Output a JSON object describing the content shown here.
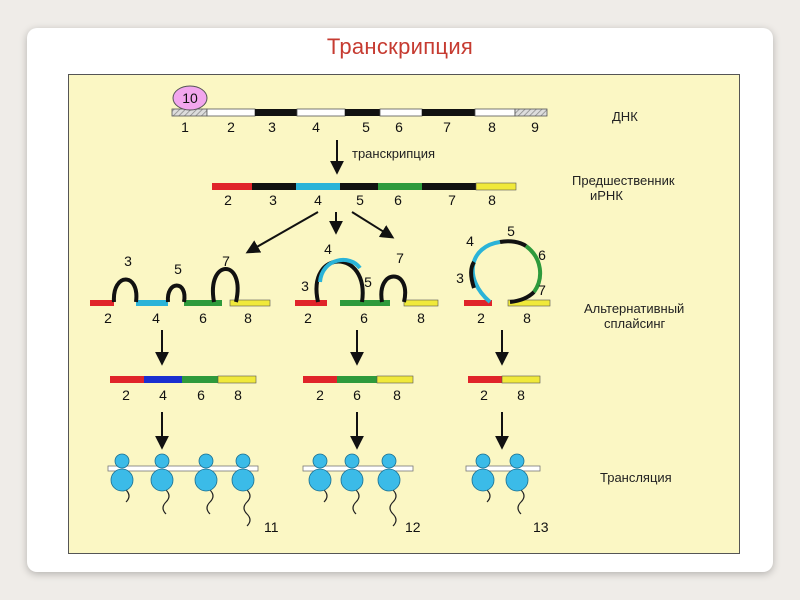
{
  "title": "Транскрипция",
  "labels": {
    "dna": "ДНК",
    "transcription_arrow": "транскрипция",
    "precursor_line1": "Предшественник",
    "precursor_line2": "иРНК",
    "alt_splicing_line1": "Альтернативный",
    "alt_splicing_line2": "сплайсинг",
    "translation": "Трансляция"
  },
  "dna": {
    "badge": "10",
    "numbers": [
      "1",
      "2",
      "3",
      "4",
      "5",
      "6",
      "7",
      "8",
      "9"
    ]
  },
  "precursor": {
    "numbers": [
      "2",
      "3",
      "4",
      "5",
      "6",
      "7",
      "8"
    ]
  },
  "splice_a": {
    "loop_numbers": [
      "3",
      "5",
      "7"
    ],
    "base_numbers": [
      "2",
      "4",
      "6",
      "8"
    ]
  },
  "splice_b": {
    "loop_numbers": [
      "4",
      "3",
      "5",
      "7"
    ],
    "base_numbers": [
      "2",
      "6",
      "8"
    ]
  },
  "splice_c": {
    "loop_numbers": [
      "5",
      "4",
      "6",
      "3",
      "7"
    ],
    "base_numbers": [
      "2",
      "8"
    ]
  },
  "mrna_a": {
    "numbers": [
      "2",
      "4",
      "6",
      "8"
    ]
  },
  "mrna_b": {
    "numbers": [
      "2",
      "6",
      "8"
    ]
  },
  "mrna_c": {
    "numbers": [
      "2",
      "8"
    ]
  },
  "proteins": [
    "11",
    "12",
    "13"
  ],
  "colors": {
    "red": "#e0242a",
    "black": "#111111",
    "cyan": "#2ab3d8",
    "green": "#2e9a3c",
    "yellow": "#f0e93a",
    "blue": "#1a2fd0",
    "ribosome": "#3bbbe8",
    "badge": "#f2a6ee"
  }
}
